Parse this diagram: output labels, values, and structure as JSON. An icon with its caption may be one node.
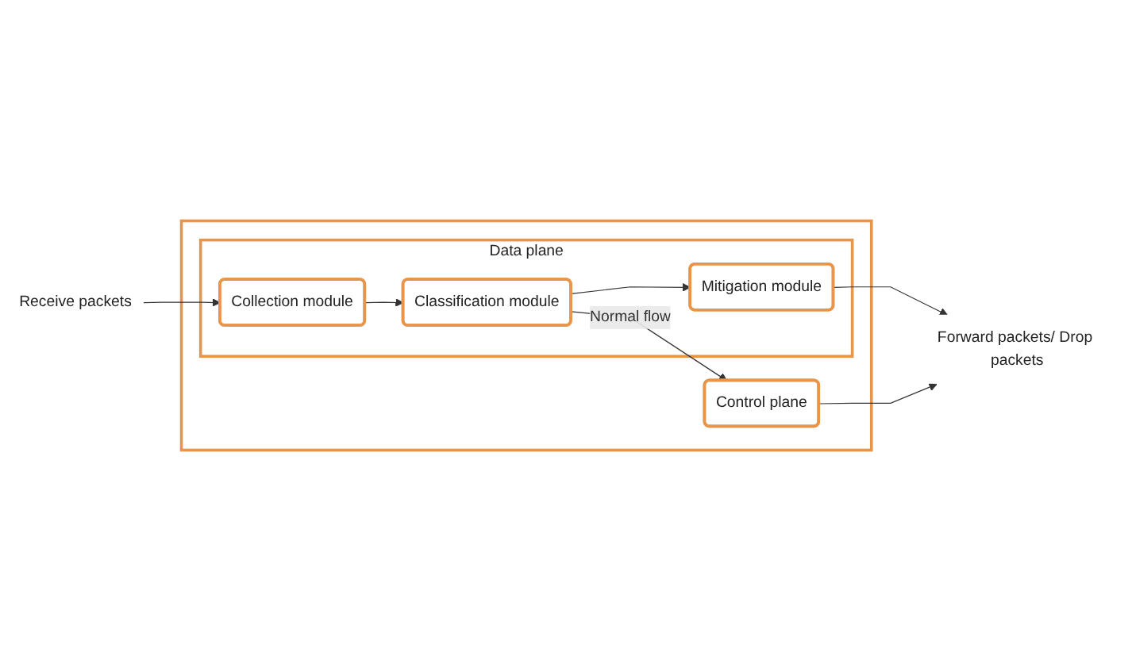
{
  "diagram": {
    "nodes": [
      {
        "text": [],
        "shape": "box"
      },
      {
        "text": [
          "Control plane"
        ],
        "in": 0
      },
      {
        "text": [
          "Data plane"
        ],
        "in": 0
      },
      {
        "text": [
          "Collection module"
        ],
        "in": 2
      },
      {
        "text": [
          "Classification module"
        ],
        "in": 2
      },
      {
        "text": [
          "Mitigation module"
        ],
        "in": 2
      },
      {
        "text": [
          "Receive packets"
        ]
      },
      {
        "text": [
          "Forward packets/ Drop packets"
        ]
      }
    ],
    "edges": [
      {
        "from": 6,
        "to": 3,
        "arrow": "to"
      },
      {
        "from": 3,
        "to": 4,
        "arrow": "to"
      },
      {
        "from": 4,
        "to": 5,
        "arrow": "to"
      },
      {
        "from": 4,
        "to": 1,
        "arrow": "to",
        "label": "Normal flow"
      },
      {
        "from": 5,
        "to": 7,
        "arrow": "to"
      },
      {
        "from": 1,
        "to": 7,
        "arrow": "to"
      }
    ]
  }
}
